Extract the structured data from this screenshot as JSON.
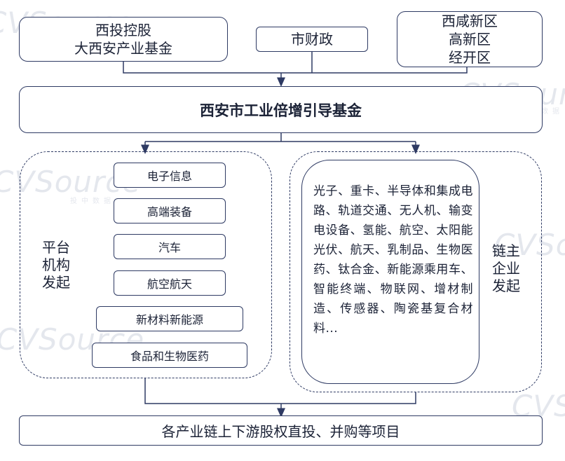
{
  "watermark": {
    "text": "CVSource",
    "sub": "投中数据"
  },
  "top": {
    "left_box": {
      "line1": "西投控股",
      "line2": "大西安产业基金"
    },
    "center_box": "市财政",
    "right_box": {
      "line1": "西咸新区",
      "line2": "高新区",
      "line3": "经开区"
    }
  },
  "main_fund": "西安市工业倍增引导基金",
  "platform": {
    "label": [
      "平台",
      "机构",
      "发起"
    ],
    "items": [
      "电子信息",
      "高端装备",
      "汽车",
      "航空航天",
      "新材料新能源",
      "食品和生物医药"
    ]
  },
  "chain": {
    "label": [
      "链主",
      "企业",
      "发起"
    ],
    "text": "光子、重卡、半导体和集成电路、轨道交通、无人机、输变电设备、氢能、航空、太阳能光伏、航天、乳制品、生物医药、钛合金、新能源乘用车、智能终端、物联网、增材制造、传感器、陶瓷基复合材料..."
  },
  "bottom": "各产业链上下游股权直投、并购等项目",
  "colors": {
    "border": "#2e3a63",
    "watermark": "#d9dde6"
  }
}
